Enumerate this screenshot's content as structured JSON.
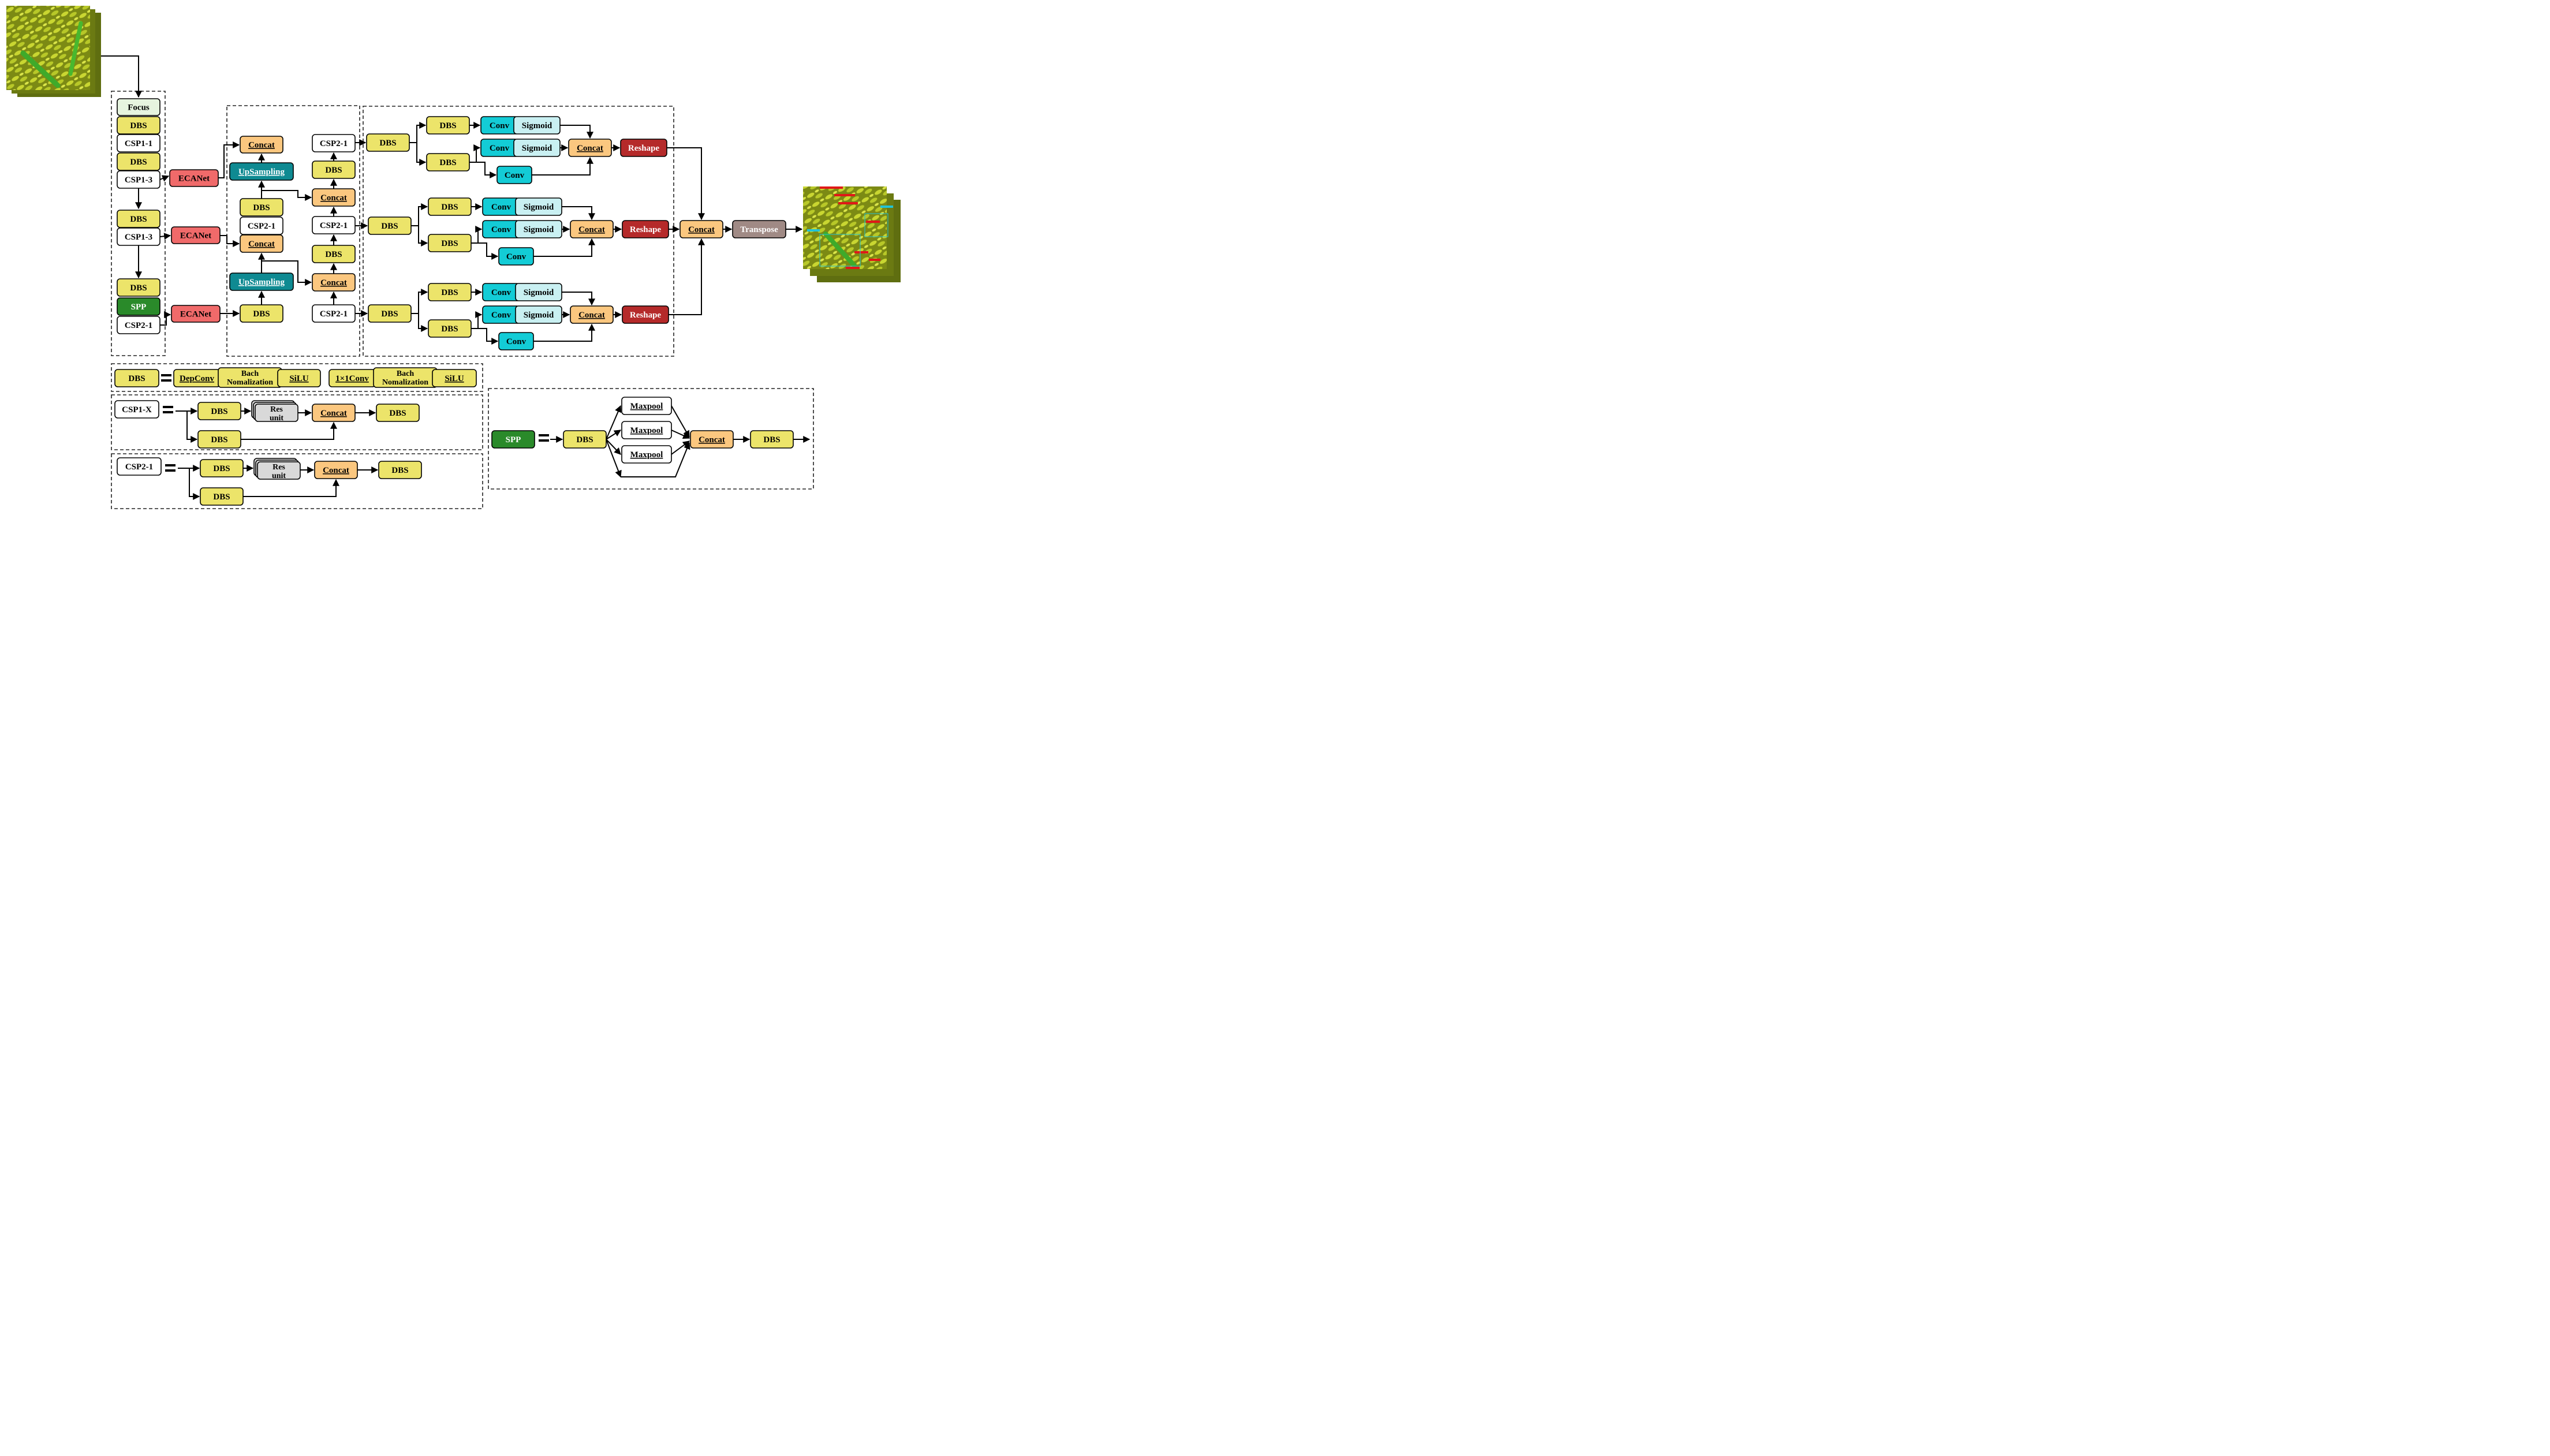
{
  "labels": {
    "focus": "Focus",
    "dbs": "DBS",
    "csp1_1": "CSP1-1",
    "csp1_3": "CSP1-3",
    "spp": "SPP",
    "csp2_1": "CSP2-1",
    "ecanet": "ECANet",
    "concat": "Concat",
    "upsampling": "UpSampling",
    "conv": "Conv",
    "sigmoid": "Sigmoid",
    "reshape": "Reshape",
    "transpose": "Transpose",
    "depconv": "DepConv",
    "bach": "Bach",
    "nomalization": "Nomalization",
    "silu": "SiLU",
    "conv1x1": "1×1Conv",
    "csp1_x": "CSP1-X",
    "res": "Res",
    "unit": "unit",
    "maxpool": "Maxpool",
    "equals": "="
  },
  "colors": {
    "dbs": "#ece46a",
    "focus": "#e6f4df",
    "csp": "#ffffff",
    "spp": "#2a8a2a",
    "ecanet": "#f06a6a",
    "concat": "#fbc77f",
    "upsampling": "#0f8a92",
    "conv": "#13ccd6",
    "sigmoid": "#c9f0f2",
    "reshape": "#b52a2a",
    "transpose": "#a08a85",
    "res": "#d9d9d9"
  },
  "images": {
    "input": "input-grain-image",
    "output": "detection-result-image"
  }
}
